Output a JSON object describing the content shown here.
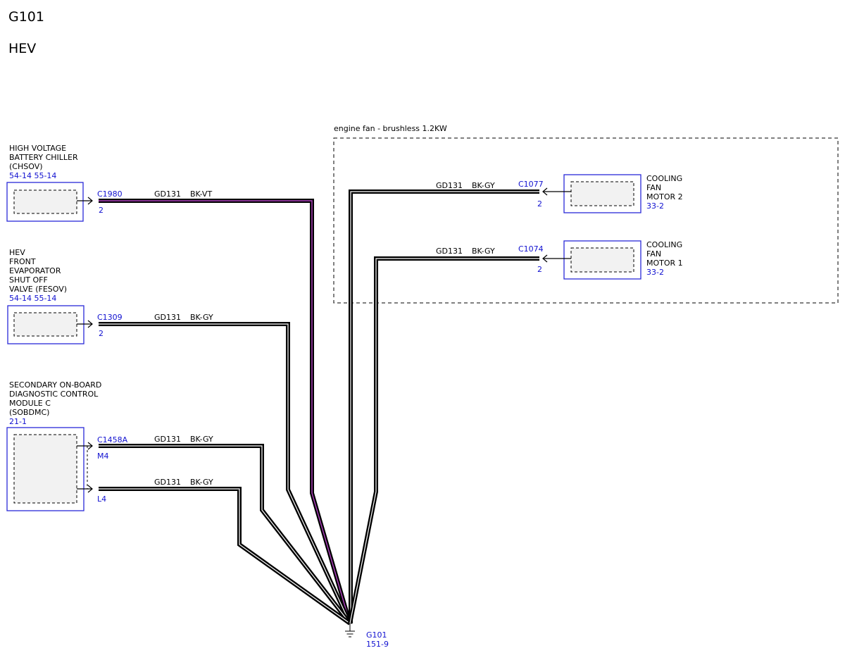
{
  "header": {
    "title": "G101",
    "subtitle": "HEV"
  },
  "group_frame": {
    "label": "engine fan - brushless 1.2KW"
  },
  "components": {
    "chsov": {
      "name_lines": [
        "HIGH VOLTAGE",
        "BATTERY CHILLER",
        "(CHSOV)"
      ],
      "refs": "54-14  55-14",
      "connector": "C1980",
      "pin": "2",
      "circuit": "GD131",
      "color": "BK-VT"
    },
    "fesov": {
      "name_lines": [
        "HEV",
        "FRONT",
        "EVAPORATOR",
        "SHUT OFF",
        "VALVE (FESOV)"
      ],
      "refs": "54-14  55-14",
      "connector": "C1309",
      "pin": "2",
      "circuit": "GD131",
      "color": "BK-GY"
    },
    "sobdmc": {
      "name_lines": [
        "SECONDARY ON-BOARD",
        "DIAGNOSTIC CONTROL",
        "MODULE C",
        "(SOBDMC)"
      ],
      "refs": "21-1",
      "connector": "C1458A",
      "pin_a": "M4",
      "pin_b": "L4",
      "circuit_a": "GD131",
      "color_a": "BK-GY",
      "circuit_b": "GD131",
      "color_b": "BK-GY"
    },
    "fan_motor_2": {
      "name_lines": [
        "COOLING",
        "FAN",
        "MOTOR 2"
      ],
      "refs": "33-2",
      "connector": "C1077",
      "pin": "2",
      "circuit": "GD131",
      "color": "BK-GY"
    },
    "fan_motor_1": {
      "name_lines": [
        "COOLING",
        "FAN",
        "MOTOR 1"
      ],
      "refs": "33-2",
      "connector": "C1074",
      "pin": "2",
      "circuit": "GD131",
      "color": "BK-GY"
    }
  },
  "ground": {
    "name": "G101",
    "ref": "151-9"
  },
  "colors": {
    "component_border": "#2a2ad8",
    "ref_text": "#1010d0",
    "wire": "#000000",
    "violet_tracer": "#b040c0"
  }
}
